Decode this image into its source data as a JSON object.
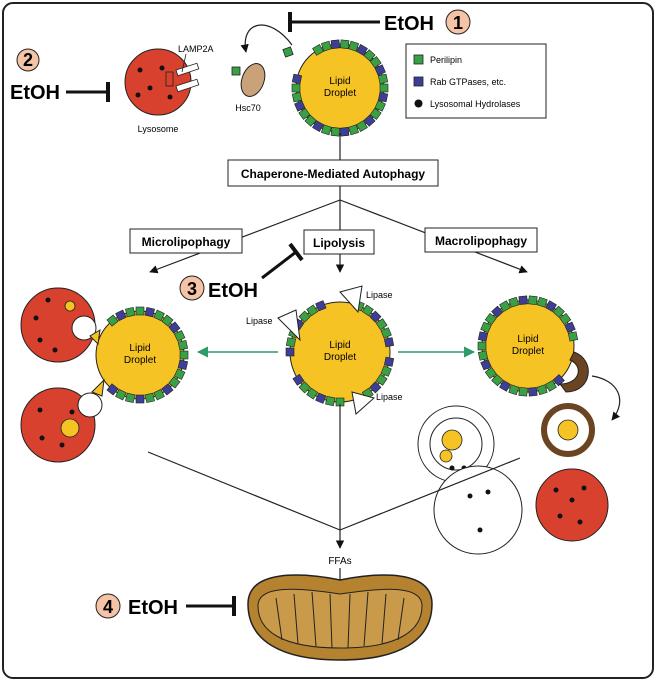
{
  "etoh_label": "EtOH",
  "inhibitors": [
    {
      "number": "1"
    },
    {
      "number": "2"
    },
    {
      "number": "3"
    },
    {
      "number": "4"
    }
  ],
  "legend": [
    {
      "label": "Perilipin",
      "color": "#3aa046"
    },
    {
      "label": "Rab GTPases, etc.",
      "color": "#3c3f96"
    },
    {
      "label": "Lysosomal Hydrolases",
      "color": "#111111"
    }
  ],
  "droplet_label_line1": "Lipid",
  "droplet_label_line2": "Droplet",
  "lamp2a_label": "LAMP2A",
  "hsc70_label": "Hsc70",
  "lysosome_label": "Lysosome",
  "pathway_boxes": {
    "cma": "Chaperone-Mediated Autophagy",
    "micro": "Microlipophagy",
    "lipolysis": "Lipolysis",
    "macro": "Macrolipophagy"
  },
  "lipase_label": "Lipase",
  "ffas_label": "FFAs",
  "colors": {
    "lipid": "#f6c324",
    "lysosome": "#d8412e",
    "perilipin": "#3aa046",
    "rab": "#3c3f96",
    "hsc70": "#c9a27a",
    "mito": "#b5822f",
    "autophagosome": "#6b4522",
    "arrow_green": "#2f9a6a"
  }
}
